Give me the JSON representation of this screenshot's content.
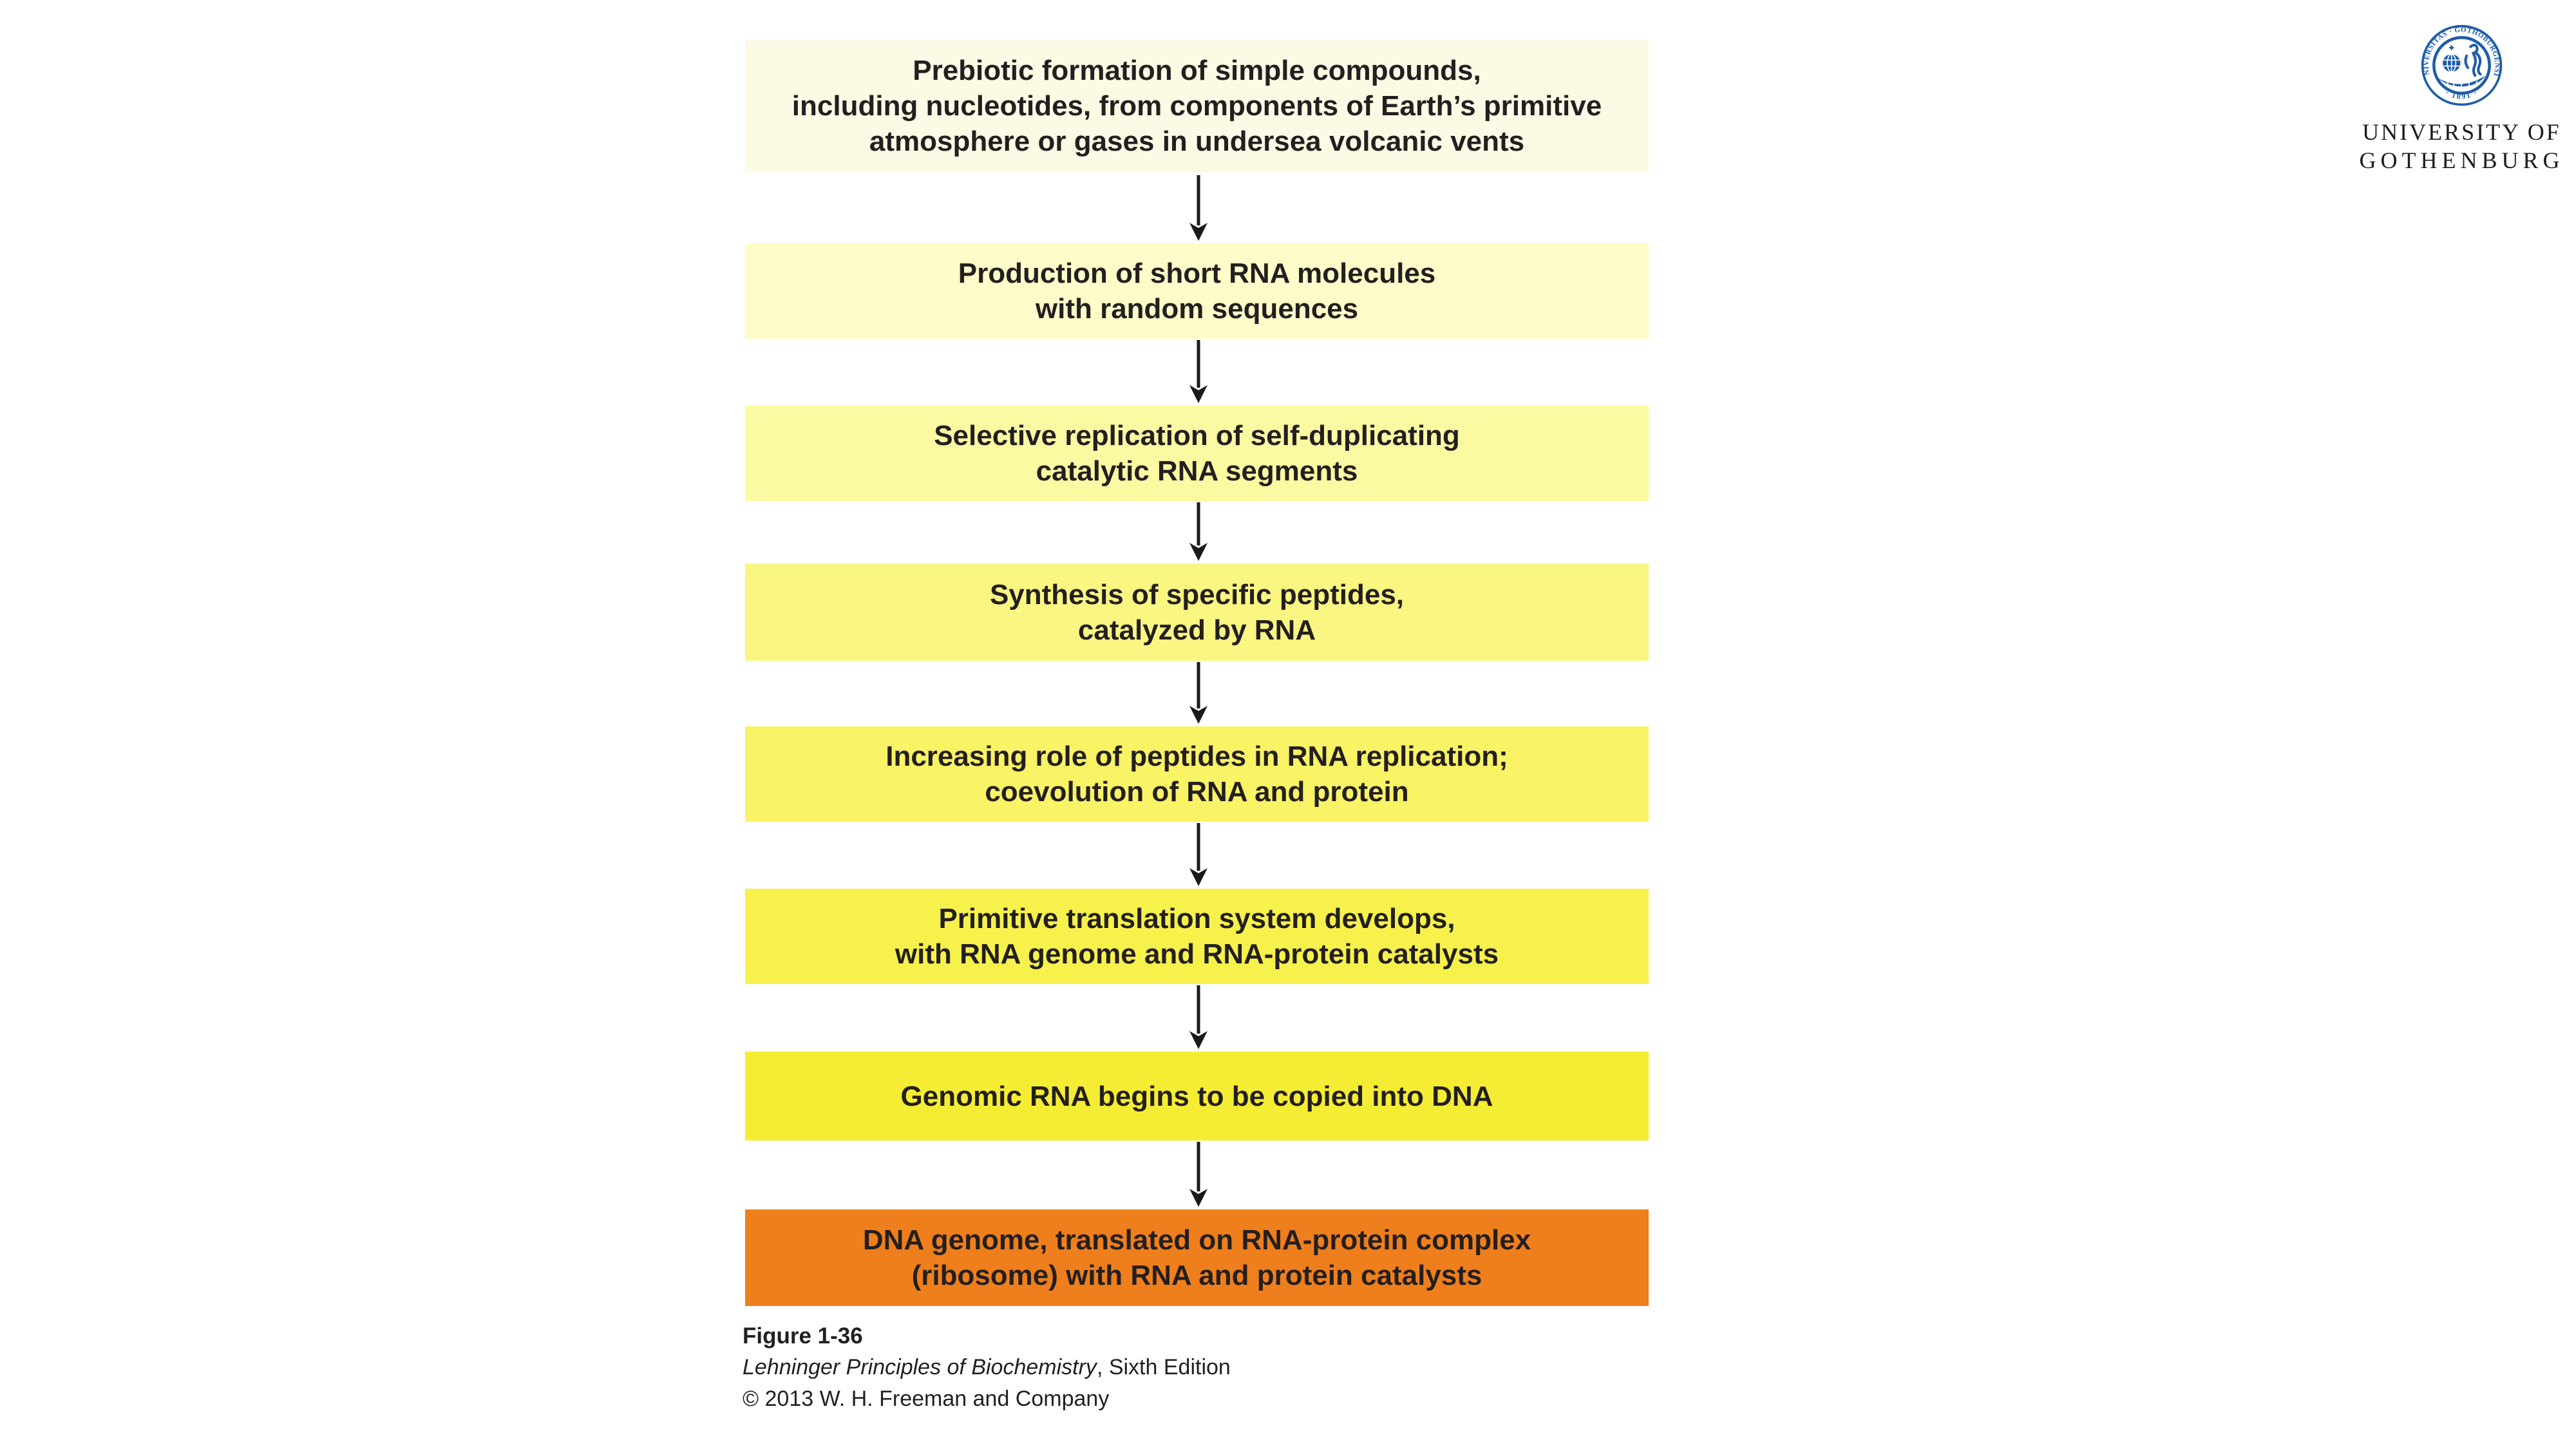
{
  "slide": {
    "background": "#ffffff",
    "text_color": "#231f20"
  },
  "flow": {
    "arrow_color": "#1a1a1a",
    "steps": [
      {
        "text": "Prebiotic formation of simple compounds,\nincluding nucleotides, from components of Earth’s primitive\natmosphere or gases in undersea volcanic vents",
        "color": "#FCFAE4"
      },
      {
        "text": "Production of short RNA molecules\nwith random sequences",
        "color": "#FEFCC8"
      },
      {
        "text": "Selective replication of self-duplicating\ncatalytic RNA segments",
        "color": "#FCF9A3"
      },
      {
        "text": "Synthesis of specific peptides,\ncatalyzed by RNA",
        "color": "#FAF682"
      },
      {
        "text": "Increasing role of peptides in RNA replication;\ncoevolution of RNA and protein",
        "color": "#F9F366"
      },
      {
        "text": "Primitive translation system develops,\nwith RNA genome and RNA-protein catalysts",
        "color": "#F7F14C"
      },
      {
        "text": "Genomic RNA begins to be copied into DNA",
        "color": "#F5ED33"
      },
      {
        "text": "DNA genome, translated on RNA-protein complex\n(ribosome) with RNA and protein catalysts",
        "color": "#EF7F1C"
      }
    ]
  },
  "caption": {
    "figure_label": "Figure 1-36",
    "book_title": "Lehninger Principles of Biochemistry",
    "edition_suffix": ", Sixth Edition",
    "copyright": "© 2013 W. H. Freeman and Company"
  },
  "logo": {
    "seal_icon": "university-of-gothenburg-seal-icon",
    "seal_color": "#1E5CA8",
    "wordmark_color": "#1c1c1c",
    "seal_ring_text_top": "UNIVERSITAS · GOTHOBURGENSIS",
    "seal_ring_text_bottom": "· 1891 ·",
    "university_line1": "UNIVERSITY OF",
    "university_line2": "GOTHENBURG"
  }
}
